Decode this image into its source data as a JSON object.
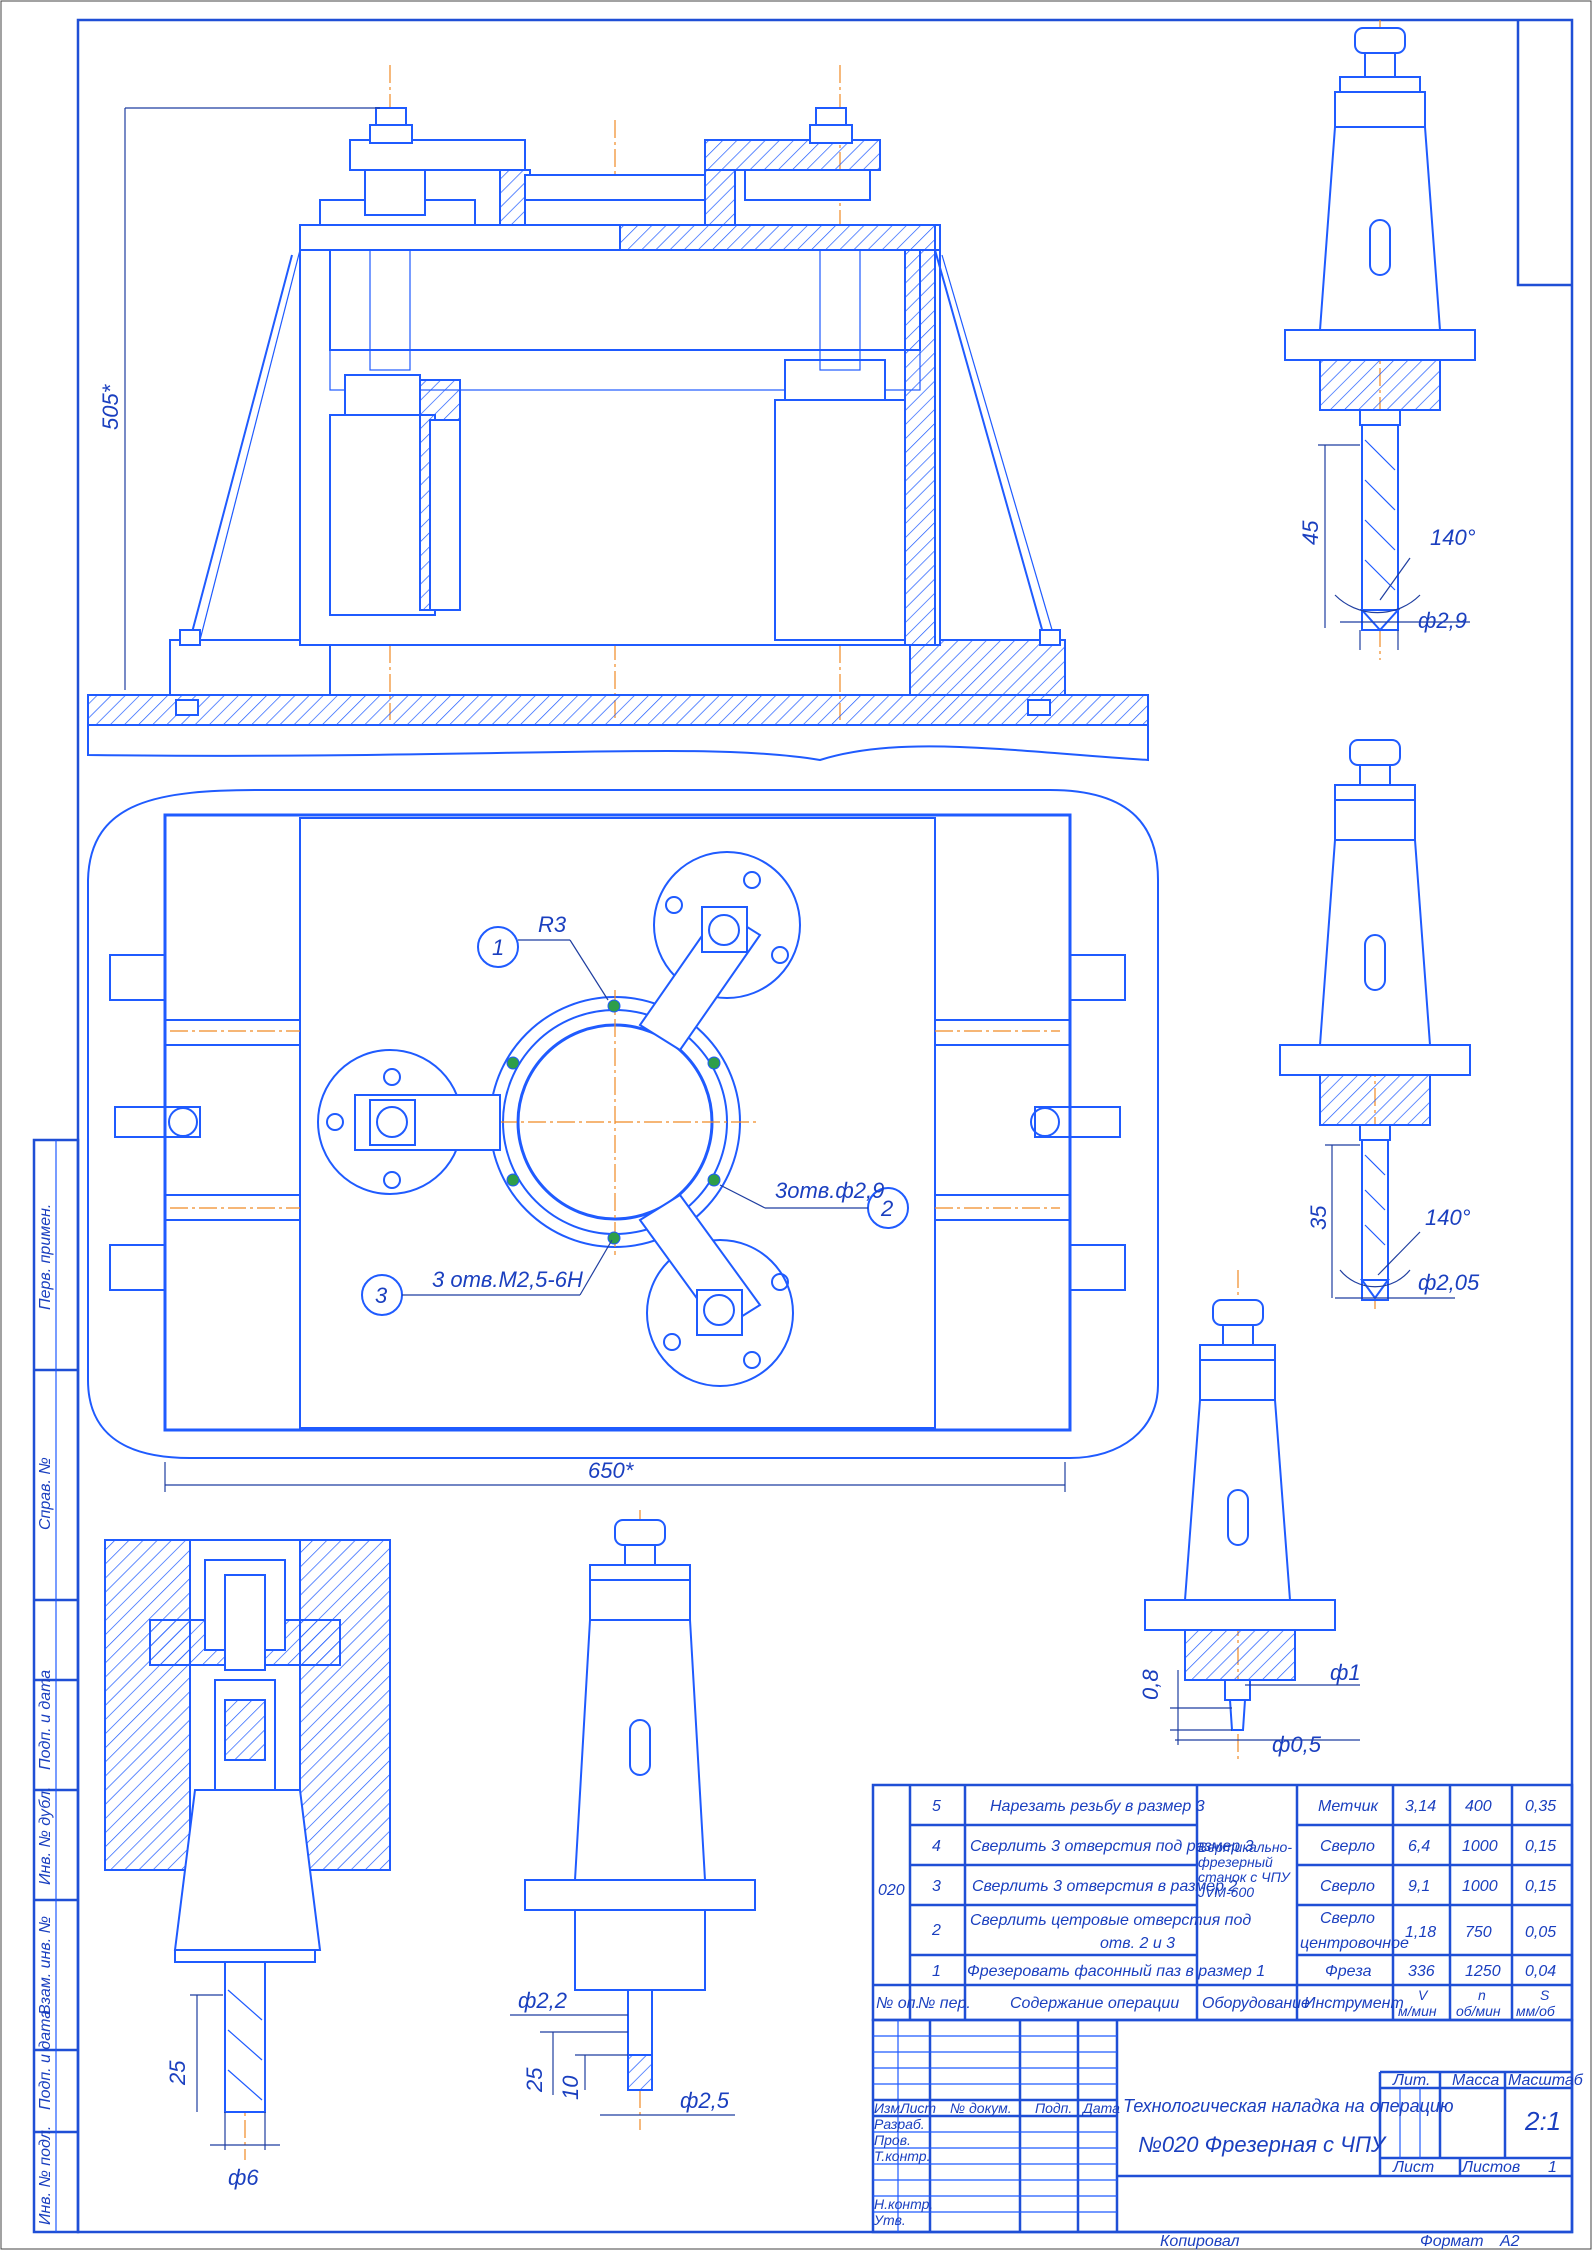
{
  "frame": {
    "side_labels": [
      "Перв. примен.",
      "Справ. №",
      "Подп. и дата",
      "Инв. № дубл.",
      "Взам. инв. №",
      "Подп. и дата",
      "Инв. № подл."
    ]
  },
  "top_view": {
    "height_dim": "505*"
  },
  "plan_view": {
    "width_dim": "650*",
    "callout_1": "1",
    "callout_2": "2",
    "callout_3": "3",
    "label_r3": "R3",
    "label_2": "3отв.ф2,9",
    "label_3": "3 отв.M2,5-6H"
  },
  "tools": {
    "drill_29": {
      "length": "45",
      "angle": "140°",
      "diameter": "ф2,9"
    },
    "drill_205": {
      "length": "35",
      "angle": "140°",
      "diameter": "ф2,05"
    },
    "center_drill": {
      "offset": "0,8",
      "d1": "ф1",
      "d2": "ф0,5"
    },
    "cutter": {
      "d_shank": "ф2,2",
      "length": "25",
      "flute": "10",
      "d_cut": "ф2,5"
    },
    "tap": {
      "length": "25",
      "diameter": "ф6"
    }
  },
  "ops_table": {
    "op_number": "020",
    "equipment": "Вертикально-фрезерный станок с ЧПУ JVM-600",
    "rows": [
      {
        "n": "5",
        "content": "Нарезать резьбу в размер 3",
        "tool": "Метчик",
        "v": "3,14",
        "rpm": "400",
        "s": "0,35"
      },
      {
        "n": "4",
        "content": "Сверлить 3 отверстия под размер 3",
        "tool": "Сверло",
        "v": "6,4",
        "rpm": "1000",
        "s": "0,15"
      },
      {
        "n": "3",
        "content": "Сверлить 3 отверстия в размер 2",
        "tool": "Сверло",
        "v": "9,1",
        "rpm": "1000",
        "s": "0,15"
      },
      {
        "n": "2",
        "content_line1": "Сверлить цетровые отверстия под",
        "content_line2": "отв. 2 и 3",
        "tool_line1": "Сверло",
        "tool_line2": "центровочное",
        "v": "1,18",
        "rpm": "750",
        "s": "0,05"
      },
      {
        "n": "1",
        "content": "Фрезеровать фасонный паз в размер 1",
        "tool": "Фреза",
        "v": "336",
        "rpm": "1250",
        "s": "0,04"
      }
    ],
    "headers": {
      "op": "№ оп.",
      "step": "№ пер.",
      "content": "Содержание операции",
      "equipment": "Оборудование",
      "tool": "Инструмент",
      "v_top": "V",
      "v_unit": "м/мин",
      "n_top": "n",
      "n_unit": "об/мин",
      "s_top": "S",
      "s_unit": "мм/об"
    }
  },
  "title_block": {
    "title_line1": "Технологическая наладка на операцию",
    "title_line2": "№020 Фрезерная с ЧПУ",
    "h_izm": "Изм.",
    "h_list": "Лист",
    "h_doc": "№ докум.",
    "h_sign": "Подп.",
    "h_date": "Дата",
    "r_razrab": "Разраб.",
    "r_prov": "Пров.",
    "r_tkontr": "Т.контр.",
    "r_nkontr": "Н.контр.",
    "r_utv": "Утв.",
    "lit": "Лит.",
    "massa": "Масса",
    "masshtab": "Масштаб",
    "scale": "2:1",
    "list": "Лист",
    "listov": "Листов",
    "listov_val": "1",
    "copied": "Копировал",
    "format": "Формат",
    "format_val": "A2"
  }
}
